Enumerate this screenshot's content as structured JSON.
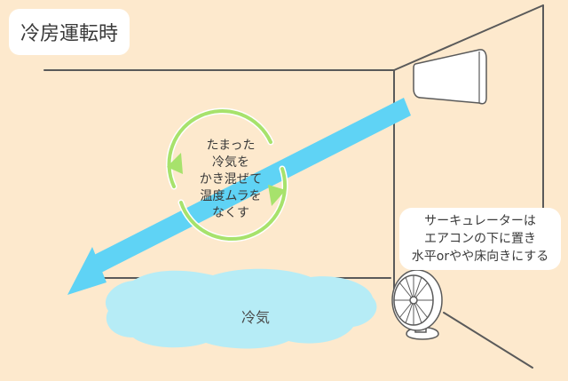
{
  "title": "冷房運転時",
  "circulation_note": {
    "lines": [
      "たまった",
      "冷気を",
      "かき混ぜて",
      "温度ムラを",
      "なくす"
    ]
  },
  "fan_note": {
    "lines": [
      "サーキュレーターは",
      "エアコンの下に置き",
      "水平orやや床向きにする"
    ]
  },
  "cold_air_label": "冷気",
  "colors": {
    "background": "#fde9cd",
    "wall_lines": "#5a5a5a",
    "airflow_arrow": "#5fd3f5",
    "cold_air": "#b6ecf6",
    "circulation_ring": "#a7e26c",
    "box": "#ffffff"
  },
  "icons": [
    "air-conditioner-icon",
    "circulator-fan-icon",
    "circular-arrows-icon",
    "airflow-arrow-icon"
  ]
}
